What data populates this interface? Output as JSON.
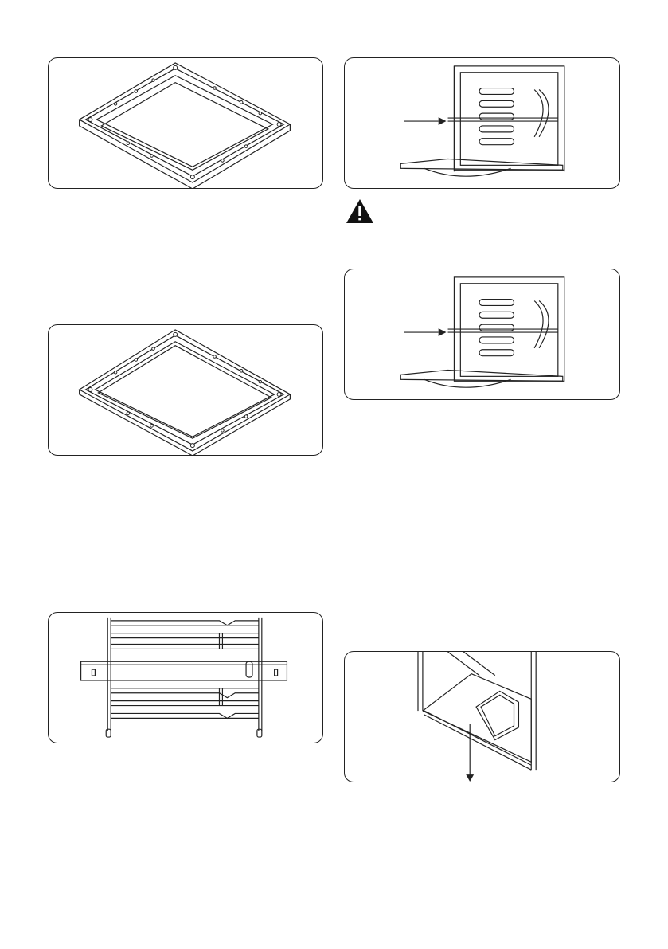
{
  "page": {
    "background": "#ffffff",
    "line_color": "#222222"
  },
  "figures": [
    {
      "id": "deep-tray",
      "icon": "deep-baking-tray-illustration"
    },
    {
      "id": "shallow-tray",
      "icon": "shallow-baking-tray-illustration"
    },
    {
      "id": "shelf-rail",
      "icon": "side-rail-with-bar-illustration"
    },
    {
      "id": "oven-shelf-1",
      "icon": "oven-with-wire-shelf-arrow-illustration"
    },
    {
      "id": "oven-shelf-2",
      "icon": "oven-with-wire-shelf-arrow-illustration"
    },
    {
      "id": "oven-bottom",
      "icon": "oven-interior-down-arrow-illustration"
    }
  ],
  "warning": {
    "icon": "warning-triangle-icon",
    "symbol": "!"
  }
}
